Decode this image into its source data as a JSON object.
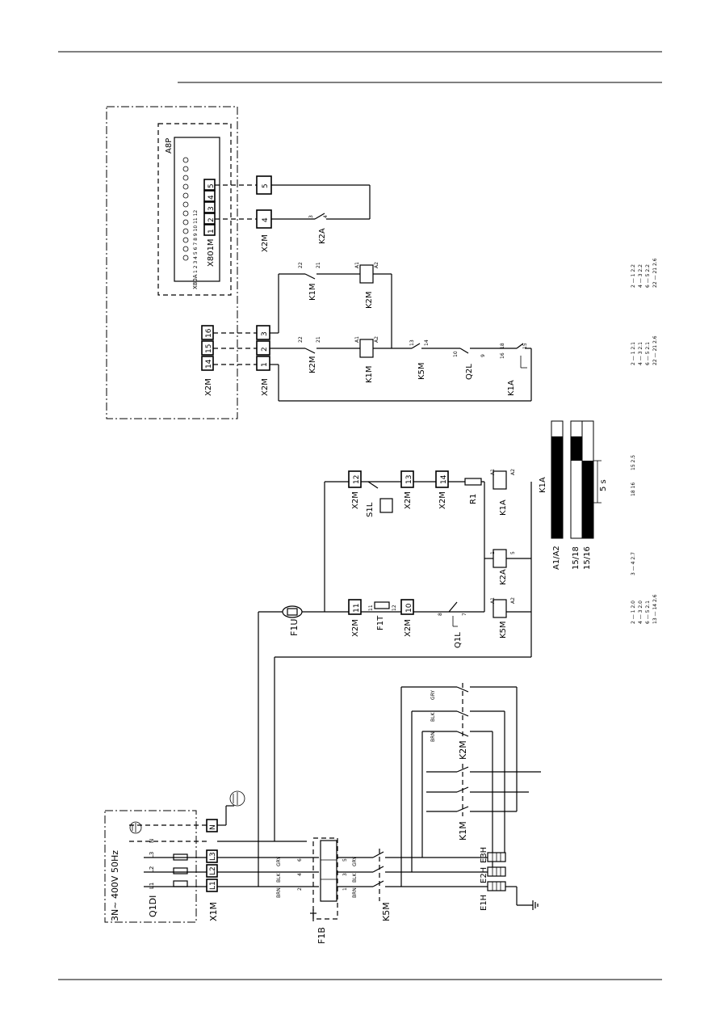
{
  "power": {
    "supply_label": "3N~ 400V 50Hz",
    "phases": [
      "L1",
      "L2",
      "L3",
      "N"
    ],
    "main_switch": "Q1DI",
    "terminal_block": "X1M",
    "terminals": [
      "L1",
      "L2",
      "L3",
      "N"
    ]
  },
  "protection": {
    "f1b": "F1B",
    "f1u": "F1U",
    "f1t": "F1T",
    "q1l": "Q1L",
    "q2l": "Q2L",
    "s1l": "S1L",
    "r1": "R1"
  },
  "contactors": {
    "k5m": "K5M",
    "k1m": "K1M",
    "k2m": "K2M",
    "k2a": "K2A",
    "k1a": "K1A"
  },
  "heaters": [
    "E1H",
    "E2H",
    "E3H"
  ],
  "wire_colors": [
    "BRN",
    "BLK",
    "GRY"
  ],
  "pin_numbers": {
    "main": [
      "1",
      "2",
      "3",
      "4",
      "5",
      "6"
    ],
    "heater_wires": [
      "1",
      "2",
      "3",
      "4",
      "5",
      "6"
    ],
    "coil": [
      "A1",
      "A2"
    ],
    "aux_nc": [
      "21",
      "22"
    ],
    "aux_no": [
      "13",
      "14"
    ],
    "k2a_contacts": [
      "3",
      "4"
    ],
    "k2a_coil_pins": [
      "1",
      "5"
    ],
    "k1a_pins": [
      "15",
      "16",
      "18"
    ],
    "q1l_pins": [
      "7",
      "8"
    ],
    "q2l_pins": [
      "9",
      "10"
    ],
    "f1t_pins": [
      "11",
      "12"
    ]
  },
  "x2m": {
    "label": "X2M",
    "terminals": [
      "1",
      "2",
      "3",
      "4",
      "5",
      "10",
      "11",
      "12",
      "13",
      "14",
      "15",
      "16"
    ]
  },
  "pcb": {
    "label": "A8P",
    "connector_x801m": "X801M",
    "x801m_pins": [
      "1",
      "2",
      "3",
      "4",
      "5"
    ],
    "connector_x80a": "X80A",
    "x80a_pins": "1  2  3  4  5  6  7  8  9  10 11 12"
  },
  "timing": {
    "title": "K1A",
    "rows": [
      "A1/A2",
      "15/18",
      "15/16"
    ],
    "delay": "5 s",
    "contact_ref": "15 2.5",
    "contact_pins": "18 16"
  },
  "xref_tables": {
    "k5m": [
      "2 — 1  2.0",
      "4 — 3  2.0",
      "6 — 5  2.1",
      "13 — 14 2.6"
    ],
    "k2a": "3 — 4  2.7",
    "k1m": [
      "2 — 1  2.1",
      "4 — 3  2.1",
      "6 — 5  2.1",
      "22 — 21 2.6"
    ],
    "k2m": [
      "2 — 1  2.2",
      "4 — 3  2.2",
      "6 — 5  2.2",
      "22 — 21 2.6"
    ]
  }
}
